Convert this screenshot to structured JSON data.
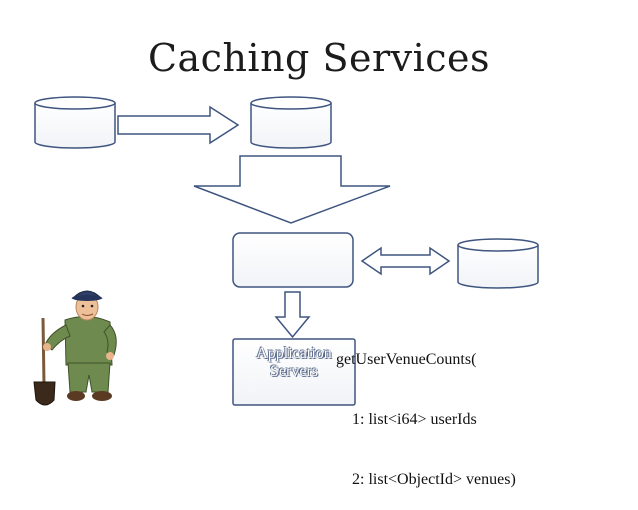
{
  "slide": {
    "title": "Caching Services",
    "app_servers_label_line1": "Application",
    "app_servers_label_line2": "Servers"
  },
  "code": {
    "line1": "getUserVenueCounts(",
    "line2": "    1: list<i64> userIds",
    "line3": "    2: list<ObjectId> venues)"
  },
  "colors": {
    "stroke": "#3e5580",
    "fill": "#ffffff"
  }
}
